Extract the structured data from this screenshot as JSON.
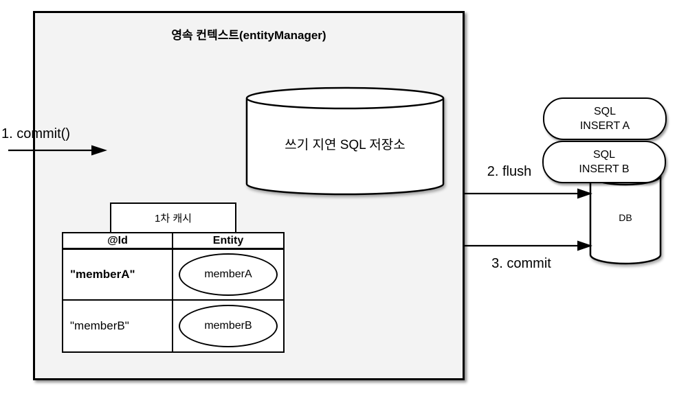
{
  "persistence_context": {
    "title": "영속 컨텍스트(entityManager)"
  },
  "sql_store": {
    "label": "쓰기 지연 SQL 저장소"
  },
  "first_level_cache": {
    "tab_label": "1차 캐시",
    "columns": {
      "id": "@Id",
      "entity": "Entity"
    },
    "rows": [
      {
        "id": "\"memberA\"",
        "entity": "memberA"
      },
      {
        "id": "\"memberB\"",
        "entity": "memberB"
      }
    ]
  },
  "flow": {
    "step1": "1. commit()",
    "step2": "2. flush",
    "step3": "3. commit"
  },
  "sql_queue": [
    {
      "line1": "SQL",
      "line2": "INSERT A"
    },
    {
      "line1": "SQL",
      "line2": "INSERT B"
    }
  ],
  "database": {
    "label": "DB"
  },
  "colors": {
    "context_fill": "#f3f3f3",
    "shape_fill": "#ffffff",
    "stroke": "#000000"
  }
}
